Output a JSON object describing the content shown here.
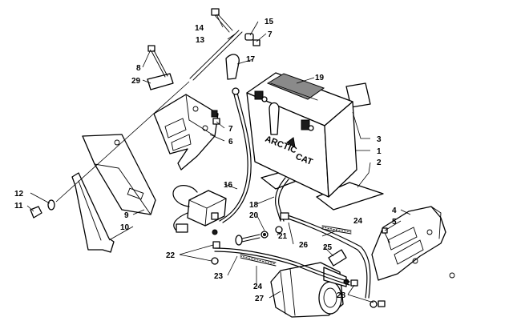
{
  "diagram": {
    "callouts": {
      "c1": "1",
      "c2": "2",
      "c3": "3",
      "c4": "4",
      "c5": "5",
      "c6": "6",
      "c7a": "7",
      "c7b": "7",
      "c8": "8",
      "c9": "9",
      "c10": "10",
      "c11": "11",
      "c12": "12",
      "c13": "13",
      "c14": "14",
      "c15": "15",
      "c16": "16",
      "c17": "17",
      "c18": "18",
      "c19": "19",
      "c20": "20",
      "c21": "21",
      "c22": "22",
      "c23": "23",
      "c24a": "24",
      "c24b": "24",
      "c25": "25",
      "c26": "26",
      "c27": "27",
      "c28": "28",
      "c29": "29"
    },
    "battery_logo_top": "ARCTIC",
    "battery_logo_bottom": "CAT"
  }
}
